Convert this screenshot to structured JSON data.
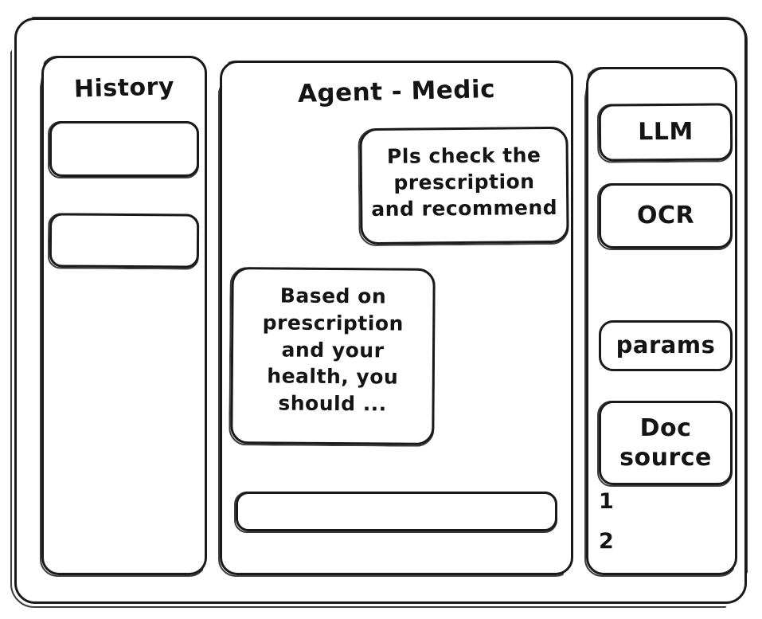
{
  "window": {
    "frame_label": "app-window"
  },
  "history": {
    "title": "History",
    "items": [
      {
        "label": ""
      },
      {
        "label": ""
      }
    ]
  },
  "chat": {
    "title": "Agent - Medic",
    "messages": [
      {
        "role": "user",
        "text": "Pls check the\nprescription\nand recommend"
      },
      {
        "role": "agent",
        "text": "Based on\nprescription\nand your\nhealth, you\nshould ..."
      }
    ],
    "composer": {
      "value": "",
      "placeholder": ""
    }
  },
  "tools": {
    "buttons": [
      {
        "label": "LLM"
      },
      {
        "label": "OCR"
      },
      {
        "label": "params"
      },
      {
        "label": "Doc\nsource"
      }
    ],
    "sources": [
      {
        "number": "1"
      },
      {
        "number": "2"
      }
    ]
  },
  "colors": {
    "stroke": "#1a1a1a",
    "ink": "#141414",
    "background": "#ffffff"
  }
}
